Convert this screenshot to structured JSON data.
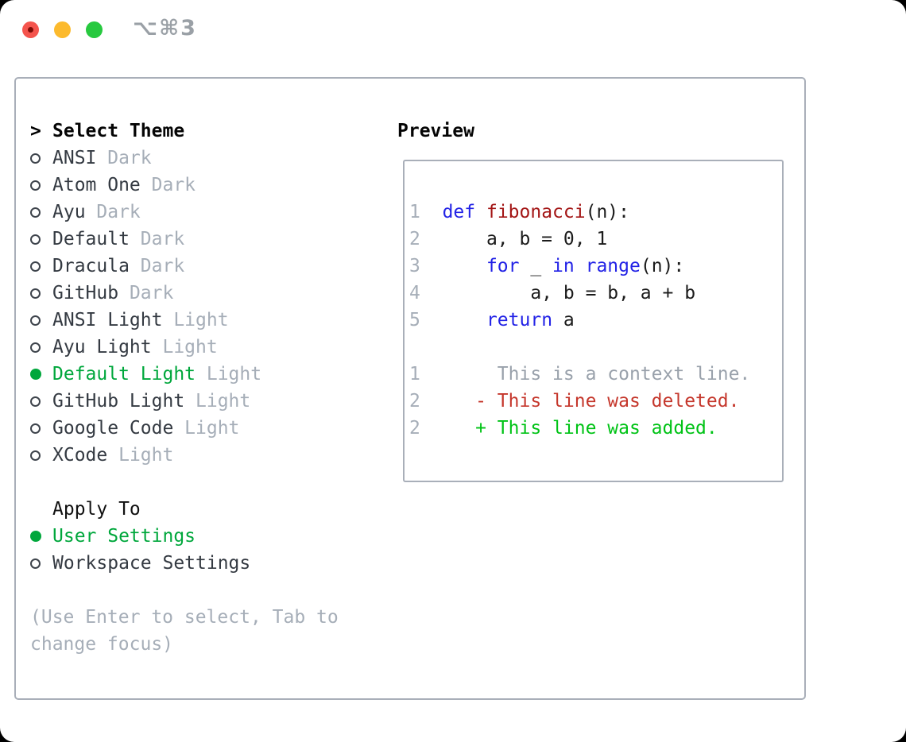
{
  "window": {
    "shortcut": "⌥⌘3"
  },
  "colors": {
    "traffic_red": "#f4544d",
    "traffic_red_dot": "#7e0b05",
    "traffic_yellow": "#fcba2d",
    "traffic_green": "#27c93f",
    "shortcut_gray": "#9aa0a6",
    "border_gray": "#a9afb9",
    "text_dark": "#343a42",
    "muted_gray": "#a6aeb8",
    "context_gray": "#99a1ab",
    "accent_green": "#00a73c",
    "added_green": "#00c316",
    "deleted_red": "#c5372c",
    "keyword_blue": "#2222e6",
    "function_red": "#a31515"
  },
  "picker": {
    "prompt": ">",
    "title": "Select Theme",
    "themes": [
      {
        "name": "ANSI",
        "tag": "Dark",
        "selected": false
      },
      {
        "name": "Atom One",
        "tag": "Dark",
        "selected": false
      },
      {
        "name": "Ayu",
        "tag": "Dark",
        "selected": false
      },
      {
        "name": "Default",
        "tag": "Dark",
        "selected": false
      },
      {
        "name": "Dracula",
        "tag": "Dark",
        "selected": false
      },
      {
        "name": "GitHub",
        "tag": "Dark",
        "selected": false
      },
      {
        "name": "ANSI Light",
        "tag": "Light",
        "selected": false
      },
      {
        "name": "Ayu Light",
        "tag": "Light",
        "selected": false
      },
      {
        "name": "Default Light",
        "tag": "Light",
        "selected": true
      },
      {
        "name": "GitHub Light",
        "tag": "Light",
        "selected": false
      },
      {
        "name": "Google Code",
        "tag": "Light",
        "selected": false
      },
      {
        "name": "XCode",
        "tag": "Light",
        "selected": false
      }
    ],
    "apply_to": {
      "title": "Apply To",
      "options": [
        {
          "label": "User Settings",
          "selected": true
        },
        {
          "label": "Workspace Settings",
          "selected": false
        }
      ]
    },
    "hint_lines": [
      "(Use Enter to select, Tab to",
      "change focus)"
    ]
  },
  "preview": {
    "title": "Preview",
    "code_lines": [
      {
        "num": "1",
        "tokens": [
          {
            "text": "  ",
            "type": "pl"
          },
          {
            "text": "def",
            "type": "kw"
          },
          {
            "text": " ",
            "type": "pl"
          },
          {
            "text": "fibonacci",
            "type": "fn"
          },
          {
            "text": "(n):",
            "type": "pl"
          }
        ]
      },
      {
        "num": "2",
        "tokens": [
          {
            "text": "      a, b = 0, 1",
            "type": "pl"
          }
        ]
      },
      {
        "num": "3",
        "tokens": [
          {
            "text": "      ",
            "type": "pl"
          },
          {
            "text": "for",
            "type": "kw"
          },
          {
            "text": " _ ",
            "type": "pl"
          },
          {
            "text": "in",
            "type": "kw"
          },
          {
            "text": " ",
            "type": "pl"
          },
          {
            "text": "range",
            "type": "kw"
          },
          {
            "text": "(n):",
            "type": "pl"
          }
        ]
      },
      {
        "num": "4",
        "tokens": [
          {
            "text": "          a, b = b, a + b",
            "type": "pl"
          }
        ]
      },
      {
        "num": "5",
        "tokens": [
          {
            "text": "      ",
            "type": "pl"
          },
          {
            "text": "return",
            "type": "kw"
          },
          {
            "text": " a",
            "type": "pl"
          }
        ]
      }
    ],
    "diff_lines": [
      {
        "num": "1",
        "text": "       This is a context line.",
        "type": "context"
      },
      {
        "num": "2",
        "text": "     - This line was deleted.",
        "type": "deleted"
      },
      {
        "num": "2",
        "text": "     + This line was added.",
        "type": "added"
      }
    ]
  }
}
